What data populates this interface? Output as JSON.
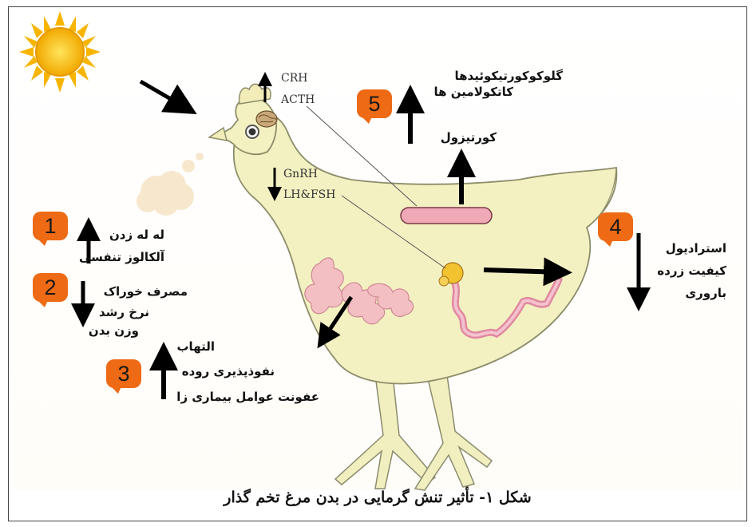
{
  "hormones": {
    "crh": "CRH",
    "acth": "ACTH",
    "gnrh": "GnRH",
    "lhfsh": "LH&FSH"
  },
  "badges": [
    "1",
    "2",
    "3",
    "4",
    "5"
  ],
  "effects": {
    "e1_line1": "له له زدن",
    "e1_line2": "آلکالوز تنفسی",
    "e2_line1": "مصرف خوراک",
    "e2_line2": "نرخ رشد",
    "e2_line3": "وزن بدن",
    "e3_line1": "التهاب",
    "e3_line2": "نفوذپذیری روده",
    "e3_line3": "عفونت عوامل بیماری زا",
    "e4_line1": "استرادیول",
    "e4_line2": "کیفیت زرده",
    "e4_line3": "باروری",
    "e5_line1": "گلوکوکورتیکوئیدها",
    "e5_line2": "کاتکولامین ها",
    "e5_line3": "کورتیزول"
  },
  "caption": "شکل ۱- تأثیر تنش گرمایی در بدن مرغ تخم گذار",
  "colors": {
    "badge": "#ee6a14",
    "hen_body": "#f3f1c2",
    "organ_pink": "#f0a9b6",
    "sun": "#f7c51e"
  }
}
